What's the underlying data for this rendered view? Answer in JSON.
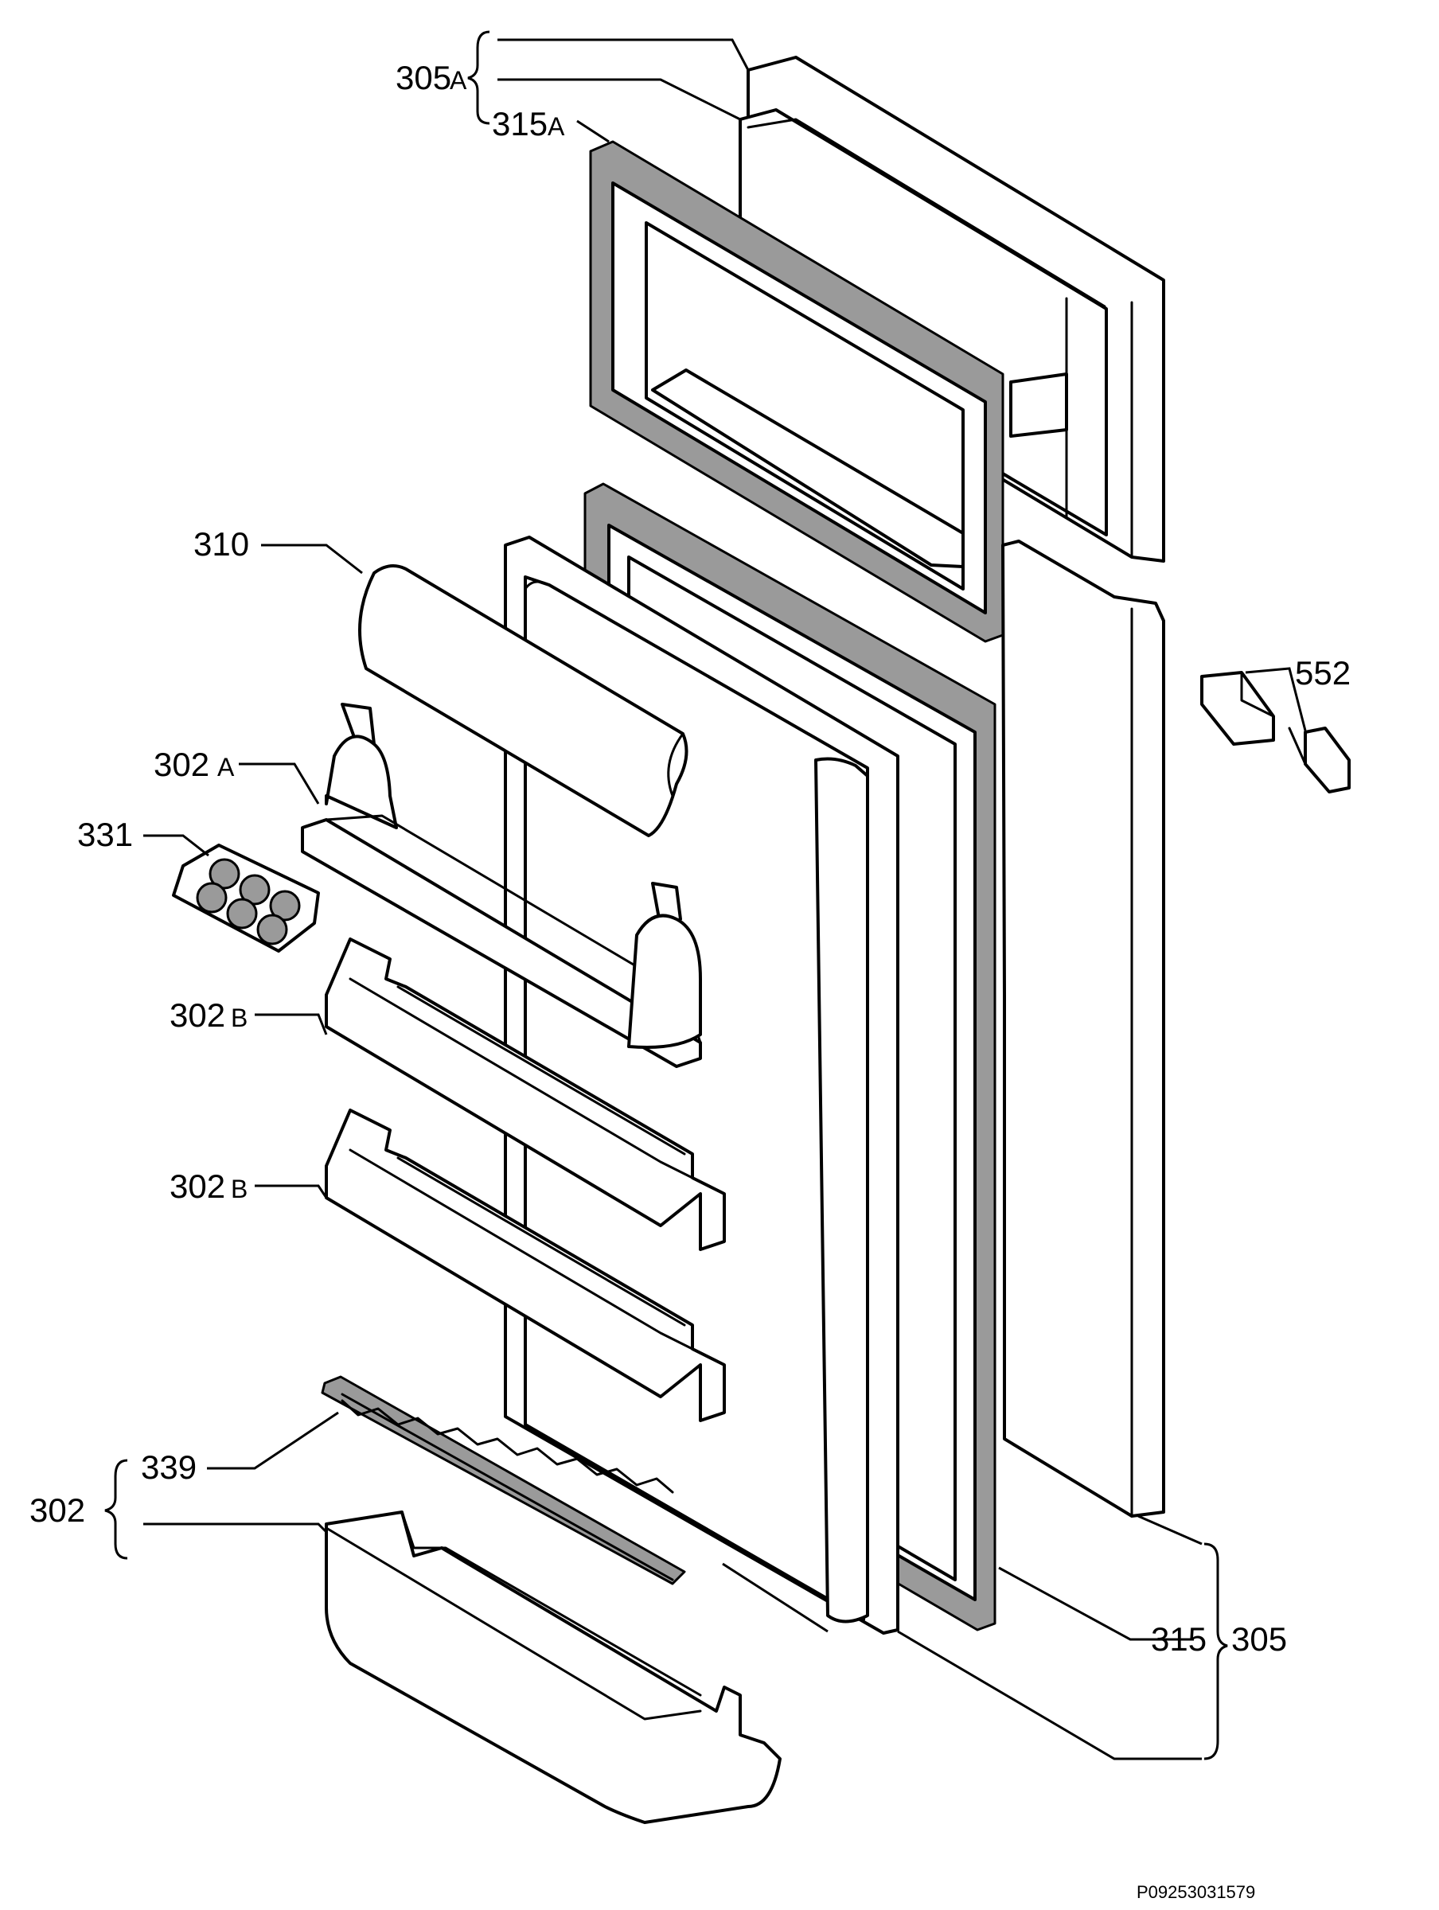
{
  "labels": {
    "l305a": "305",
    "l305a_sub": "A",
    "l315a": "315",
    "l315a_sub": "A",
    "l310": "310",
    "l302a": "302",
    "l302a_sub": "A",
    "l331": "331",
    "l302b1": "302",
    "l302b1_sub": "B",
    "l302b2": "302",
    "l302b2_sub": "B",
    "l339": "339",
    "l302": "302",
    "l552": "552",
    "l315": "315",
    "l305": "305"
  },
  "footer": {
    "code": "P09253031579"
  }
}
